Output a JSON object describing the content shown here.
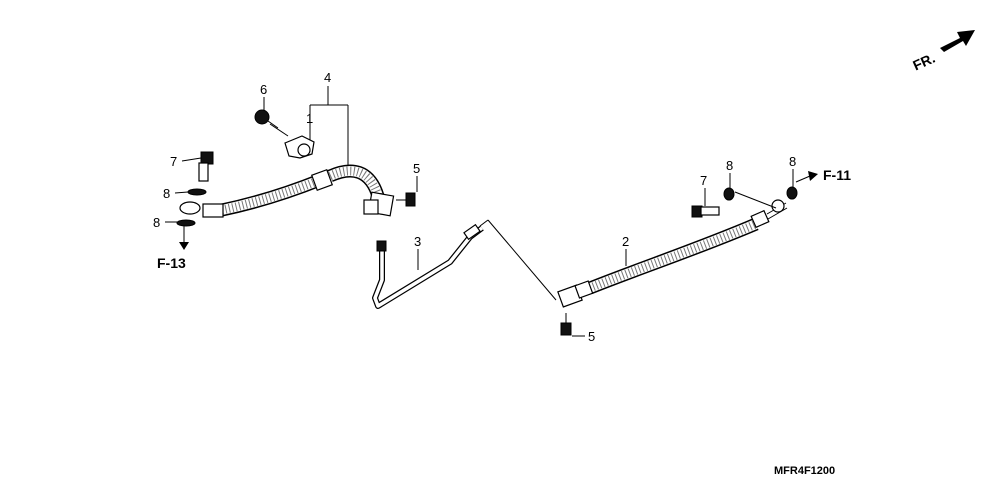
{
  "direction_marker": {
    "text": "FR."
  },
  "callouts": {
    "c1": "1",
    "c2": "2",
    "c3": "3",
    "c4": "4",
    "c5a": "5",
    "c5b": "5",
    "c6": "6",
    "c7a": "7",
    "c7b": "7",
    "c8a": "8",
    "c8b": "8",
    "c8c": "8",
    "c8d": "8"
  },
  "references": {
    "left": "F-13",
    "right": "F-11"
  },
  "diagram_code": "MFR4F1200"
}
